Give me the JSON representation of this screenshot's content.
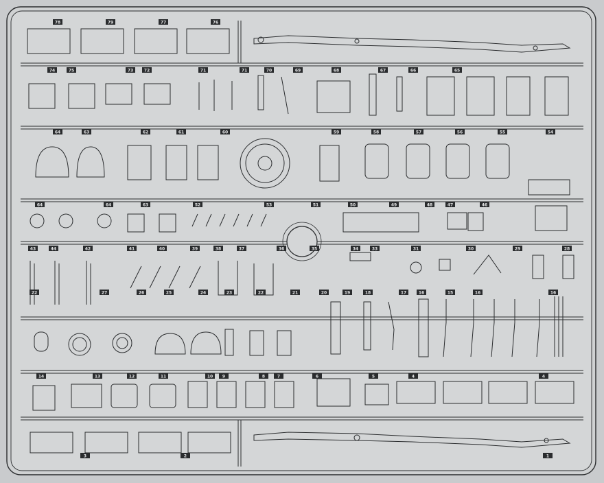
{
  "sprue": {
    "description_hidden": "",
    "colors": {
      "background": "#c9cbcd",
      "sprue_fill": "#d7d8d9",
      "line": "#2a2c2e",
      "tag_fill": "#d0d1d2"
    },
    "tags_top": [
      "78",
      "79",
      "77",
      "76"
    ],
    "tags_row2": [
      "74",
      "75",
      "73",
      "72",
      "71",
      "71",
      "70",
      "69",
      "68",
      "67",
      "66",
      "65"
    ],
    "tags_row3": [
      "64",
      "63",
      "62",
      "61",
      "60",
      "59",
      "58",
      "57",
      "56",
      "55",
      "54"
    ],
    "tags_row4": [
      "64",
      "64",
      "63",
      "52",
      "53",
      "51",
      "50",
      "49",
      "48",
      "47",
      "46"
    ],
    "tags_row5": [
      "43",
      "44",
      "42",
      "41",
      "40",
      "39",
      "38",
      "37",
      "36",
      "35",
      "34",
      "33",
      "31",
      "30",
      "29",
      "28"
    ],
    "tags_row6": [
      "22",
      "27",
      "26",
      "25",
      "24",
      "23",
      "22",
      "21",
      "20",
      "19",
      "18",
      "17",
      "16",
      "15",
      "16",
      "16"
    ],
    "tags_row7": [
      "14",
      "13",
      "12",
      "11",
      "10",
      "9",
      "8",
      "7",
      "6",
      "5",
      "4",
      "4"
    ],
    "tags_bottom": [
      "3",
      "2",
      "1"
    ]
  }
}
